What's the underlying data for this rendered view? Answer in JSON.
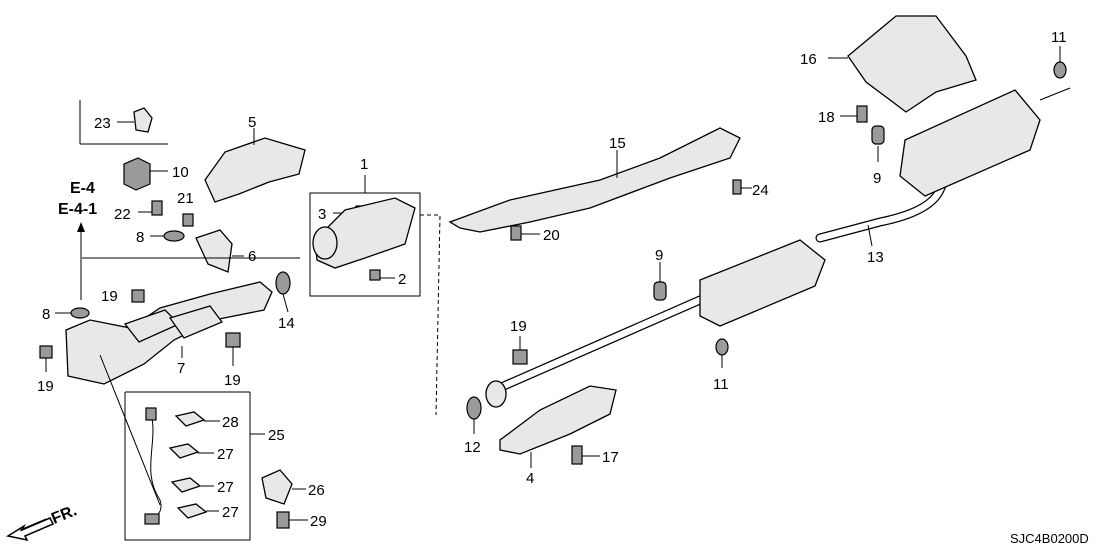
{
  "diagram_code": "SJC4B0200D",
  "front_arrow_label": "FR.",
  "refs": {
    "e4": "E-4",
    "e41": "E-4-1"
  },
  "callouts": {
    "c1": "1",
    "c2": "2",
    "c3": "3",
    "c4": "4",
    "c5": "5",
    "c6": "6",
    "c7": "7",
    "c8a": "8",
    "c8b": "8",
    "c9a": "9",
    "c9b": "9",
    "c10": "10",
    "c11a": "11",
    "c11b": "11",
    "c12": "12",
    "c13": "13",
    "c14": "14",
    "c15": "15",
    "c16": "16",
    "c17": "17",
    "c18": "18",
    "c19a": "19",
    "c19b": "19",
    "c19c": "19",
    "c19d": "19",
    "c20": "20",
    "c21": "21",
    "c22": "22",
    "c23": "23",
    "c24": "24",
    "c25": "25",
    "c26": "26",
    "c27a": "27",
    "c27b": "27",
    "c27c": "27",
    "c28": "28",
    "c29": "29"
  }
}
